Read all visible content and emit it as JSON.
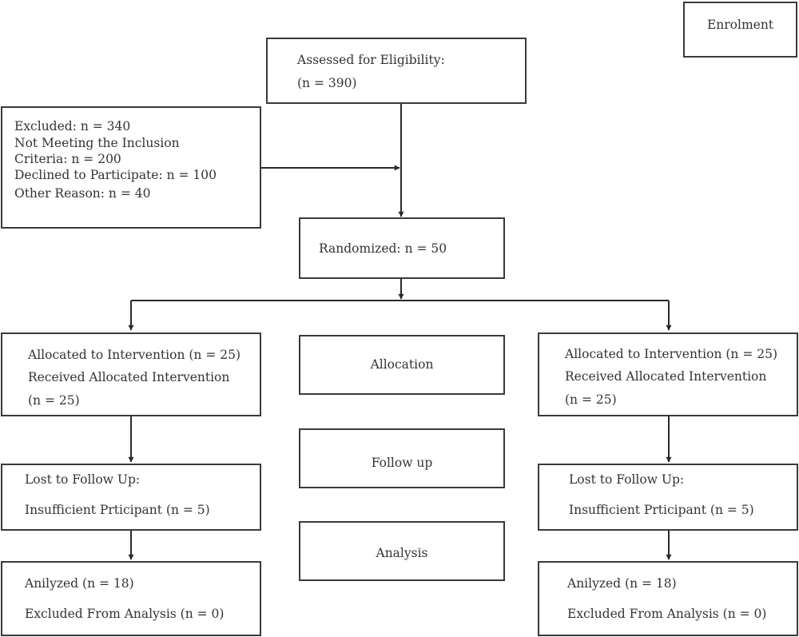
{
  "stages": {
    "enrolment": "Enrolment",
    "allocation": "Allocation",
    "follow_up": "Follow up",
    "analysis": "Analysis"
  },
  "assessed": {
    "line1": "Assessed for Eligibility:",
    "line2": "(n = 390)"
  },
  "excluded": {
    "lines": [
      "Excluded: n = 340",
      "Not Meeting the Inclusion",
      "Criteria: n = 200",
      "Declined to Participate: n = 100",
      "Other Reason: n = 40"
    ]
  },
  "randomized": "Randomized: n = 50",
  "arms": [
    {
      "allocated": [
        "Allocated to Intervention (n = 25)",
        "Received Allocated Intervention",
        "(n = 25)"
      ],
      "lost": [
        "Lost to Follow Up:",
        "Insufficient Prticipant (n = 5)"
      ],
      "analyzed": [
        "Anilyzed (n = 18)",
        "Excluded From Analysis (n = 0)"
      ]
    },
    {
      "allocated": [
        "Allocated to Intervention (n = 25)",
        "Received Allocated Intervention",
        "(n = 25)"
      ],
      "lost": [
        "Lost to Follow Up:",
        "Insufficient Prticipant (n = 5)"
      ],
      "analyzed": [
        "Anilyzed (n = 18)",
        "Excluded From Analysis (n = 0)"
      ]
    }
  ]
}
